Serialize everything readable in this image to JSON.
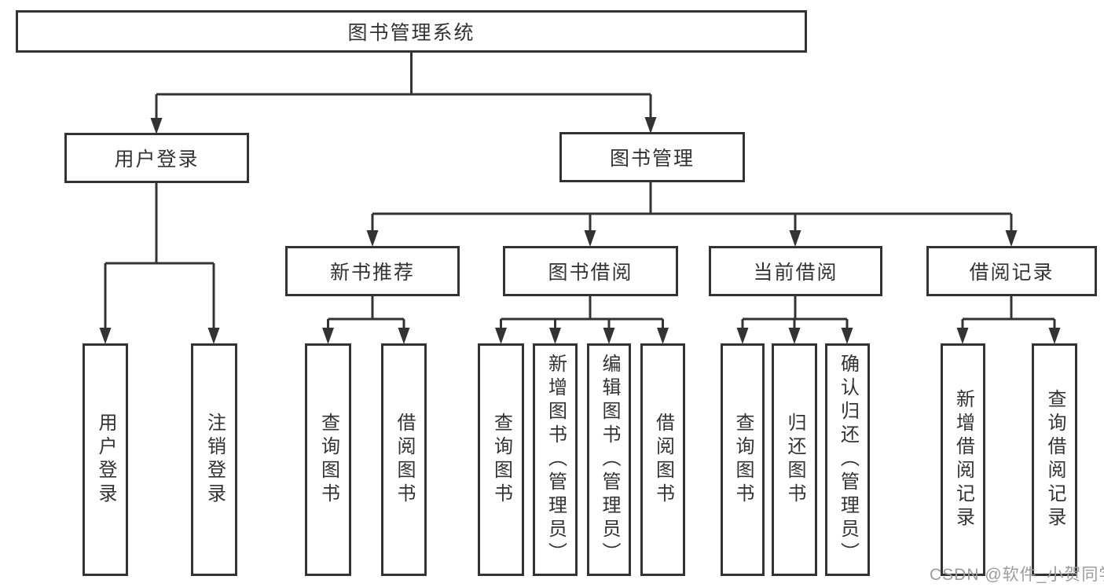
{
  "diagram": {
    "title": "图书管理系统",
    "nodes": {
      "root": {
        "label": "图书管理系统",
        "level": 1
      },
      "user_login": {
        "label": "用户登录",
        "level": 2
      },
      "book_mgmt": {
        "label": "图书管理",
        "level": 2
      },
      "new_book_rec": {
        "label": "新书推荐",
        "level": 3
      },
      "book_borrow": {
        "label": "图书借阅",
        "level": 3
      },
      "current_borrow": {
        "label": "当前借阅",
        "level": 3
      },
      "borrow_record": {
        "label": "借阅记录",
        "level": 3
      },
      "leaf_user_login": {
        "label": "用户登录",
        "level": 4
      },
      "leaf_logout": {
        "label": "注销登录",
        "level": 4
      },
      "leaf_query_book_1": {
        "label": "查询图书",
        "level": 4
      },
      "leaf_borrow_book_1": {
        "label": "借阅图书",
        "level": 4
      },
      "leaf_query_book_2": {
        "label": "查询图书",
        "level": 4
      },
      "leaf_add_book": {
        "label": "新增图书（管理员）",
        "level": 4
      },
      "leaf_edit_book": {
        "label": "编辑图书（管理员）",
        "level": 4
      },
      "leaf_borrow_book_2": {
        "label": "借阅图书",
        "level": 4
      },
      "leaf_query_book_3": {
        "label": "查询图书",
        "level": 4
      },
      "leaf_return_book": {
        "label": "归还图书",
        "level": 4
      },
      "leaf_confirm_return": {
        "label": "确认归还（管理员）",
        "level": 4
      },
      "leaf_add_record": {
        "label": "新增借阅记录",
        "level": 4
      },
      "leaf_query_record": {
        "label": "查询借阅记录",
        "level": 4
      }
    },
    "edges": [
      {
        "from": "root",
        "to": [
          "user_login",
          "book_mgmt"
        ]
      },
      {
        "from": "user_login",
        "to": [
          "leaf_user_login",
          "leaf_logout"
        ]
      },
      {
        "from": "book_mgmt",
        "to": [
          "new_book_rec",
          "book_borrow",
          "current_borrow",
          "borrow_record"
        ]
      },
      {
        "from": "new_book_rec",
        "to": [
          "leaf_query_book_1",
          "leaf_borrow_book_1"
        ]
      },
      {
        "from": "book_borrow",
        "to": [
          "leaf_query_book_2",
          "leaf_add_book",
          "leaf_edit_book",
          "leaf_borrow_book_2"
        ]
      },
      {
        "from": "current_borrow",
        "to": [
          "leaf_query_book_3",
          "leaf_return_book",
          "leaf_confirm_return"
        ]
      },
      {
        "from": "borrow_record",
        "to": [
          "leaf_add_record",
          "leaf_query_record"
        ]
      }
    ],
    "colors": {
      "line": "#333333",
      "text": "#333333",
      "background": "#ffffff",
      "watermark": "#9c9c9c"
    }
  },
  "watermark": {
    "text": "CSDN @软件_小贺同学"
  }
}
